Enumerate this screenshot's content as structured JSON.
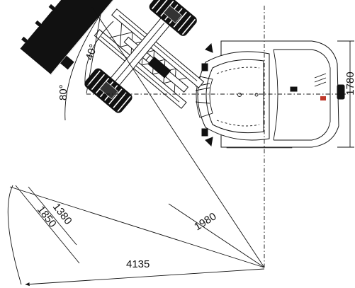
{
  "dimensions": {
    "angle_small": "40°",
    "angle_large": "80°",
    "width_right": "1780",
    "bucket_inner": "1380",
    "bucket_outer": "1850",
    "turning_radius": "1980",
    "overall_length": "4135"
  },
  "colors": {
    "line": "#111111",
    "bucket": "#111111",
    "counterweight": "#6e6e6e",
    "brand_mark": "#c0392b"
  }
}
